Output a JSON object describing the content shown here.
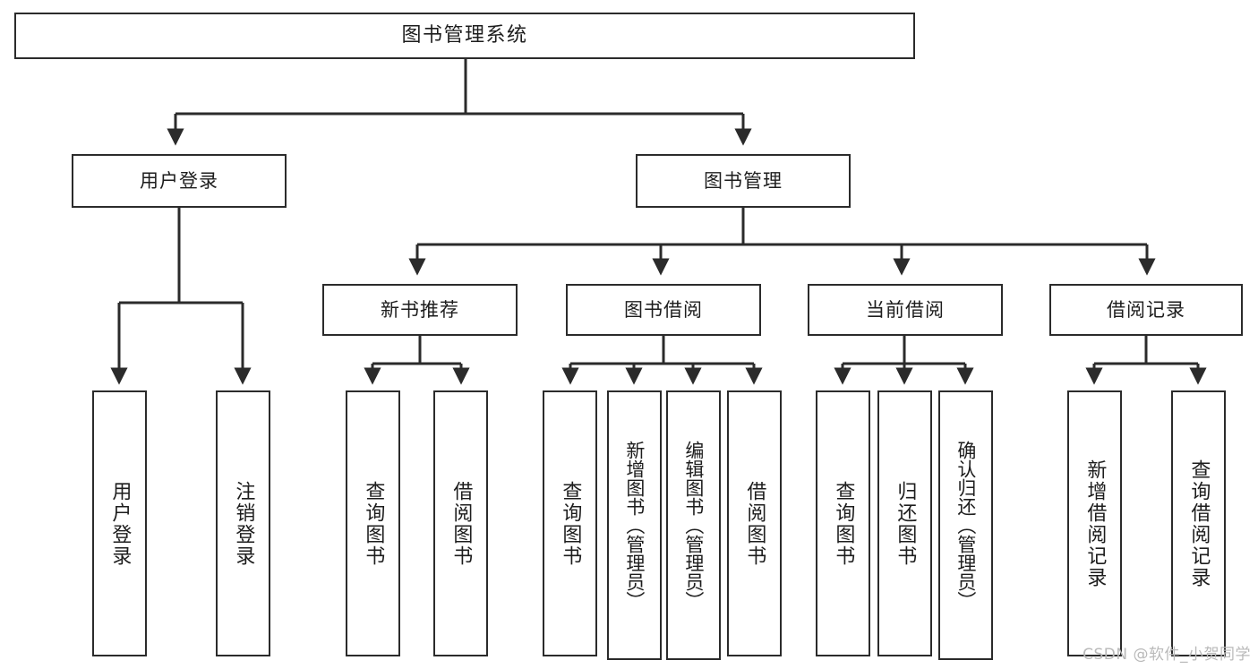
{
  "diagram": {
    "title": "图书管理系统",
    "type": "功能结构图",
    "watermark": "CSDN @软件_小贺同学",
    "style": {
      "box_border_color": "#2b2b2b",
      "box_fill_color": "#ffffff",
      "line_color": "#2b2b2b",
      "background": "#ffffff",
      "watermark_color": "#b9b9b9"
    },
    "root": {
      "label": "图书管理系统"
    },
    "level2": [
      {
        "id": "user-login",
        "label": "用户登录"
      },
      {
        "id": "book-manage",
        "label": "图书管理"
      }
    ],
    "level3": [
      {
        "id": "new-book-recommend",
        "label": "新书推荐",
        "parent": "book-manage"
      },
      {
        "id": "book-borrow",
        "label": "图书借阅",
        "parent": "book-manage"
      },
      {
        "id": "current-borrow",
        "label": "当前借阅",
        "parent": "book-manage"
      },
      {
        "id": "borrow-record",
        "label": "借阅记录",
        "parent": "book-manage"
      }
    ],
    "leaves": [
      {
        "id": "leaf-user-login",
        "label": "用户登录",
        "parent": "user-login"
      },
      {
        "id": "leaf-logout",
        "label": "注销登录",
        "parent": "user-login"
      },
      {
        "id": "leaf-query-book-1",
        "label": "查询图书",
        "parent": "new-book-recommend"
      },
      {
        "id": "leaf-borrow-book-1",
        "label": "借阅图书",
        "parent": "new-book-recommend"
      },
      {
        "id": "leaf-query-book-2",
        "label": "查询图书",
        "parent": "book-borrow"
      },
      {
        "id": "leaf-add-book",
        "label": "新增图书（管理员）",
        "parent": "book-borrow"
      },
      {
        "id": "leaf-edit-book",
        "label": "编辑图书（管理员）",
        "parent": "book-borrow"
      },
      {
        "id": "leaf-borrow-book-2",
        "label": "借阅图书",
        "parent": "book-borrow"
      },
      {
        "id": "leaf-query-book-3",
        "label": "查询图书",
        "parent": "current-borrow"
      },
      {
        "id": "leaf-return-book",
        "label": "归还图书",
        "parent": "current-borrow"
      },
      {
        "id": "leaf-confirm-return",
        "label": "确认归还（管理员）",
        "parent": "current-borrow"
      },
      {
        "id": "leaf-add-record",
        "label": "新增借阅记录",
        "parent": "borrow-record"
      },
      {
        "id": "leaf-query-record",
        "label": "查询借阅记录",
        "parent": "borrow-record"
      }
    ]
  }
}
